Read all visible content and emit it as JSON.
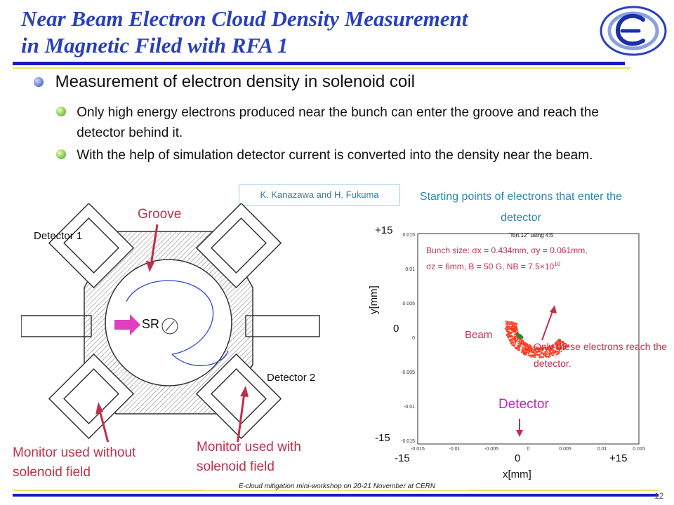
{
  "title": {
    "line1": "Near Beam Electron Cloud Density Measurement",
    "line2": "in Magnetic Filed with RFA 1"
  },
  "bullets": {
    "main": "Measurement of electron density in solenoid coil",
    "sub1": "Only high energy electrons produced near the bunch can enter the groove and reach the detector behind it.",
    "sub2": "With the help of simulation detector current is converted into the density near the beam."
  },
  "credit": "K. Kanazawa and H. Fukuma",
  "diagram": {
    "detector1": "Detector 1",
    "detector2": "Detector 2",
    "groove": "Groove",
    "sr": "SR",
    "monitor_without": "Monitor used without solenoid field",
    "monitor_with": "Monitor used with solenoid field"
  },
  "plot": {
    "title": "Starting points of electrons that enter the detector",
    "legend": "\"fort.12\" using 4:5",
    "bunch_line1": "Bunch size: σx = 0.434mm, σy = 0.061mm,",
    "bunch_line2": "σz = 6mm, B = 50 G, NB = 7.5×10",
    "bunch_exp": "10",
    "beam": "Beam",
    "only_these": "Only these electrons reach the detector.",
    "detector": "Detector",
    "ylabel": "y[mm]",
    "xlabel": "x[mm]",
    "y_plus": "+15",
    "y_zero": "0",
    "y_minus": "-15",
    "x_minus": "-15",
    "x_zero": "0",
    "x_plus": "+15",
    "inner_yticks": [
      "0.015",
      "0.01",
      "0.005",
      "0",
      "-0.005",
      "-0.01",
      "-0.015"
    ],
    "inner_xticks": [
      "-0.015",
      "-0.01",
      "-0.005",
      "0",
      "0.005",
      "0.01",
      "0.015"
    ]
  },
  "footer": "E-cloud mitigation mini-workshop on 20-21 November at CERN",
  "page_number": "12",
  "colors": {
    "title": "#2a3fbf",
    "accent_red": "#c0304a",
    "scatter": "#ff3b1f",
    "rule_blue": "#1919c8",
    "rule_yellow": "#f0e060"
  }
}
